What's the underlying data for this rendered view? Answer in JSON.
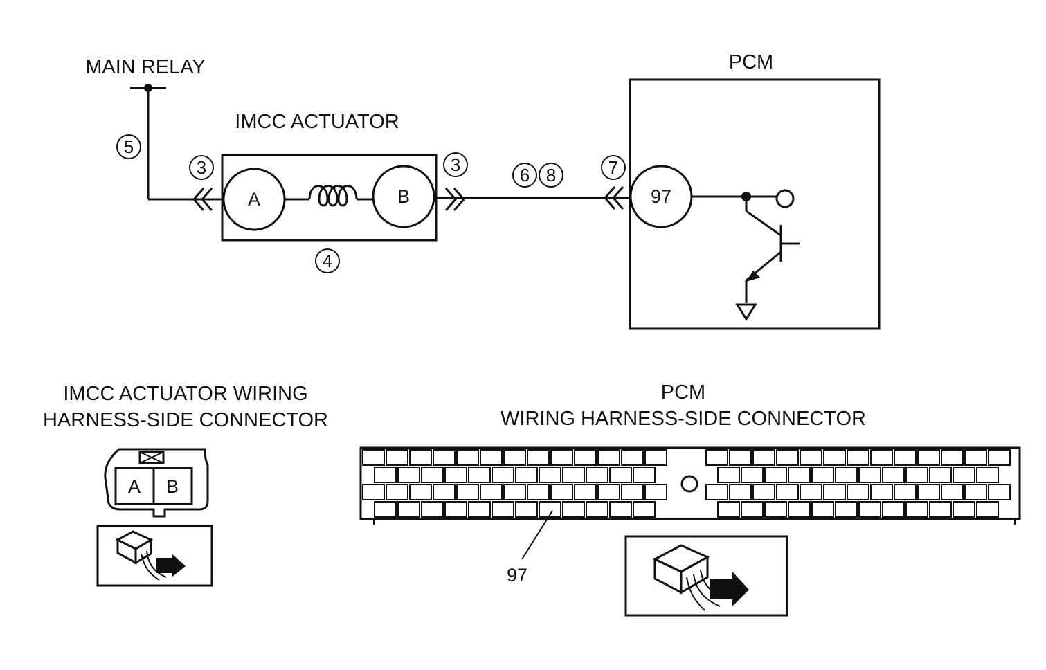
{
  "labels": {
    "main_relay": "MAIN RELAY",
    "imcc_actuator": "IMCC ACTUATOR",
    "pcm": "PCM",
    "terminal_a": "A",
    "terminal_b": "B",
    "terminal_97": "97"
  },
  "steps": {
    "s5": "5",
    "s3_left": "3",
    "s3_right": "3",
    "s6": "6",
    "s8": "8",
    "s7": "7",
    "s4": "4"
  },
  "connectors": {
    "imcc_title_line1": "IMCC ACTUATOR WIRING",
    "imcc_title_line2": "HARNESS-SIDE CONNECTOR",
    "imcc_pin_a": "A",
    "imcc_pin_b": "B",
    "pcm_title_line1": "PCM",
    "pcm_title_line2": "WIRING HARNESS-SIDE CONNECTOR",
    "pcm_pin_callout": "97"
  },
  "colors": {
    "ink": "#111111",
    "background": "#ffffff"
  }
}
